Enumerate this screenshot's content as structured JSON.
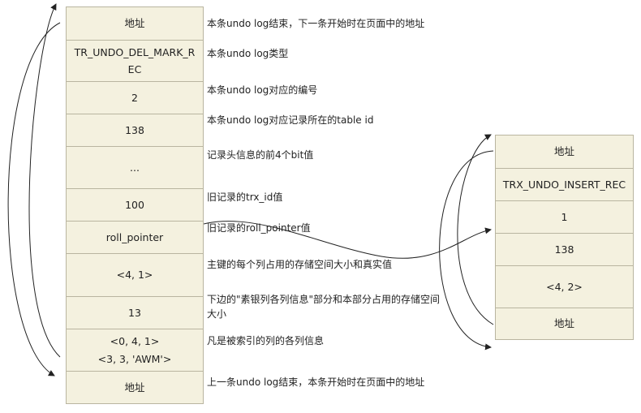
{
  "left_record": {
    "cells": [
      {
        "text": "地址",
        "note": "本条undo log结束，下一条开始时在页面中的地址"
      },
      {
        "text": "TR_UNDO_DEL_MARK_R\nEC",
        "note": "本条undo log类型"
      },
      {
        "text": "2",
        "note": "本条undo log对应的编号"
      },
      {
        "text": "138",
        "note": "本条undo log对应记录所在的table id"
      },
      {
        "text": "...",
        "note": "记录头信息的前4个bit值"
      },
      {
        "text": "100",
        "note": "旧记录的trx_id值"
      },
      {
        "text": "roll_pointer",
        "note": "旧记录的roll_pointer值"
      },
      {
        "text": "<4, 1>",
        "note": "主键的每个列占用的存储空间大小和真实值"
      },
      {
        "text": "13",
        "note": "下边的\"素银列各列信息\"部分和本部分占用的存储空间大小"
      },
      {
        "text": "<0, 4, 1>\n<3, 3, 'AWM'>",
        "note": "凡是被索引的列的各列信息"
      },
      {
        "text": "地址",
        "note": "上一条undo log结束，本条开始时在页面中的地址"
      }
    ]
  },
  "right_record": {
    "cells": [
      {
        "text": "地址"
      },
      {
        "text": "TRX_UNDO_INSERT_REC"
      },
      {
        "text": "1"
      },
      {
        "text": "138"
      },
      {
        "text": "<4, 2>"
      },
      {
        "text": "地址"
      }
    ]
  },
  "colors": {
    "cell_fill": "#f4f1df",
    "cell_border": "#b9b5a0",
    "arrow": "#222222"
  }
}
